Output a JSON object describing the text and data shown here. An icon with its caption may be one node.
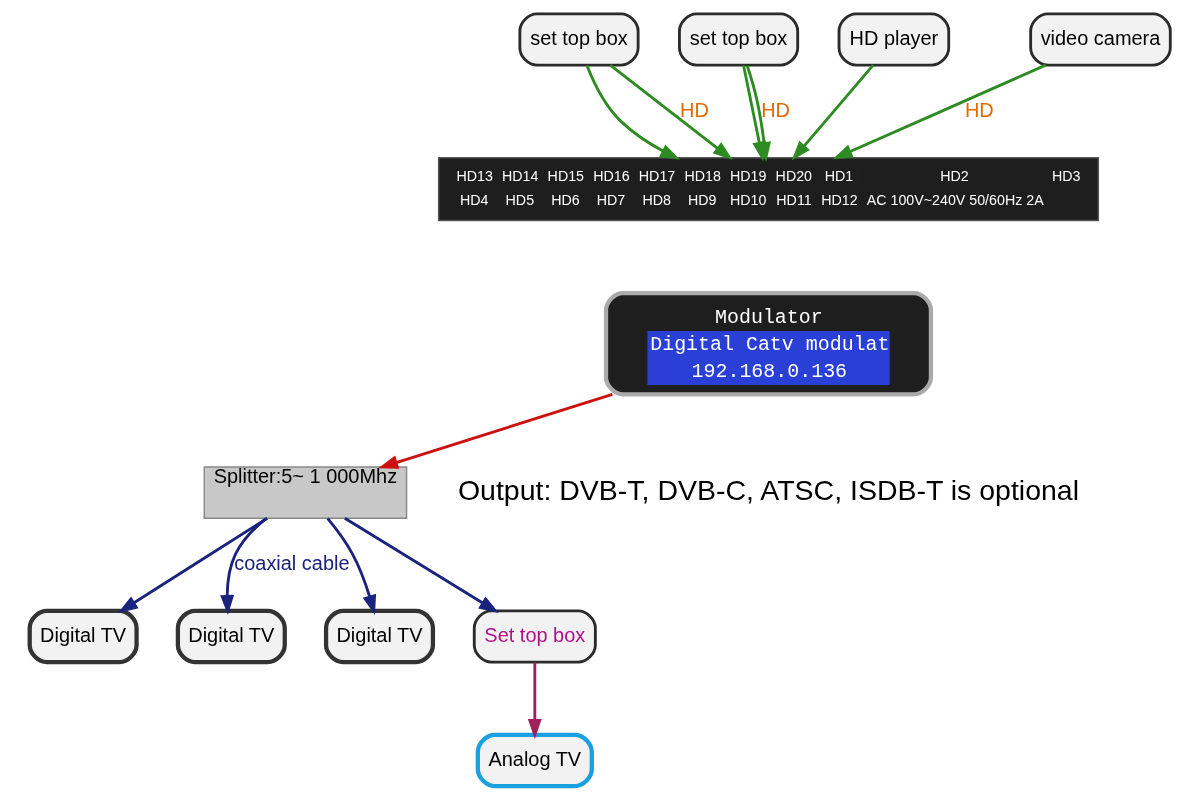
{
  "diagram": {
    "nodes": [
      {
        "text": [
          "set top box"
        ]
      },
      {
        "text": [
          "set top box"
        ]
      },
      {
        "text": [
          "HD player"
        ]
      },
      {
        "text": [
          "video camera"
        ]
      },
      {
        "text": [
          "HD13",
          "HD14",
          "HD15",
          "HD16",
          "HD17",
          "HD18",
          "HD19",
          "HD20",
          "HD1",
          "HD2",
          "HD3",
          "HD4",
          "HD5",
          "HD6",
          "HD7",
          "HD8",
          "HD9",
          "HD10",
          "HD11",
          "HD12",
          "AC 100V~240V 50/60Hz 2A"
        ]
      },
      {
        "text": [
          "Modulator",
          "Digital Catv modulat",
          "192.168.0.136"
        ]
      },
      {
        "text": [
          "Splitter:5~ 1 000Mhz"
        ]
      },
      {
        "text": [
          "Digital TV"
        ]
      },
      {
        "text": [
          "Digital TV"
        ]
      },
      {
        "text": [
          "Digital TV"
        ]
      },
      {
        "text": [
          "Set top box"
        ]
      },
      {
        "text": [
          "Analog TV"
        ]
      }
    ],
    "edges": [
      {
        "from": 0,
        "to": 4,
        "arrow": "to"
      },
      {
        "from": 0,
        "to": 4,
        "arrow": "to",
        "label": "HD"
      },
      {
        "from": 1,
        "to": 4,
        "arrow": "to"
      },
      {
        "from": 1,
        "to": 4,
        "arrow": "to",
        "label": "HD"
      },
      {
        "from": 2,
        "to": 4,
        "arrow": "to"
      },
      {
        "from": 3,
        "to": 4,
        "arrow": "to",
        "label": "HD"
      },
      {
        "from": 5,
        "to": 6,
        "arrow": "to",
        "color": "#cc1111"
      },
      {
        "from": 6,
        "to": 7,
        "arrow": "to",
        "color": "#1a237e"
      },
      {
        "from": 6,
        "to": 8,
        "arrow": "to",
        "label": "coaxial cable",
        "color": "#1a237e"
      },
      {
        "from": 6,
        "to": 9,
        "arrow": "to",
        "color": "#1a237e"
      },
      {
        "from": 6,
        "to": 10,
        "arrow": "to",
        "color": "#1a237e"
      },
      {
        "from": 10,
        "to": 11,
        "arrow": "to",
        "color": "#a0205a"
      }
    ],
    "labels": [
      "Output: DVB-T, DVB-C, ATSC, ISDB-T is optional"
    ]
  }
}
